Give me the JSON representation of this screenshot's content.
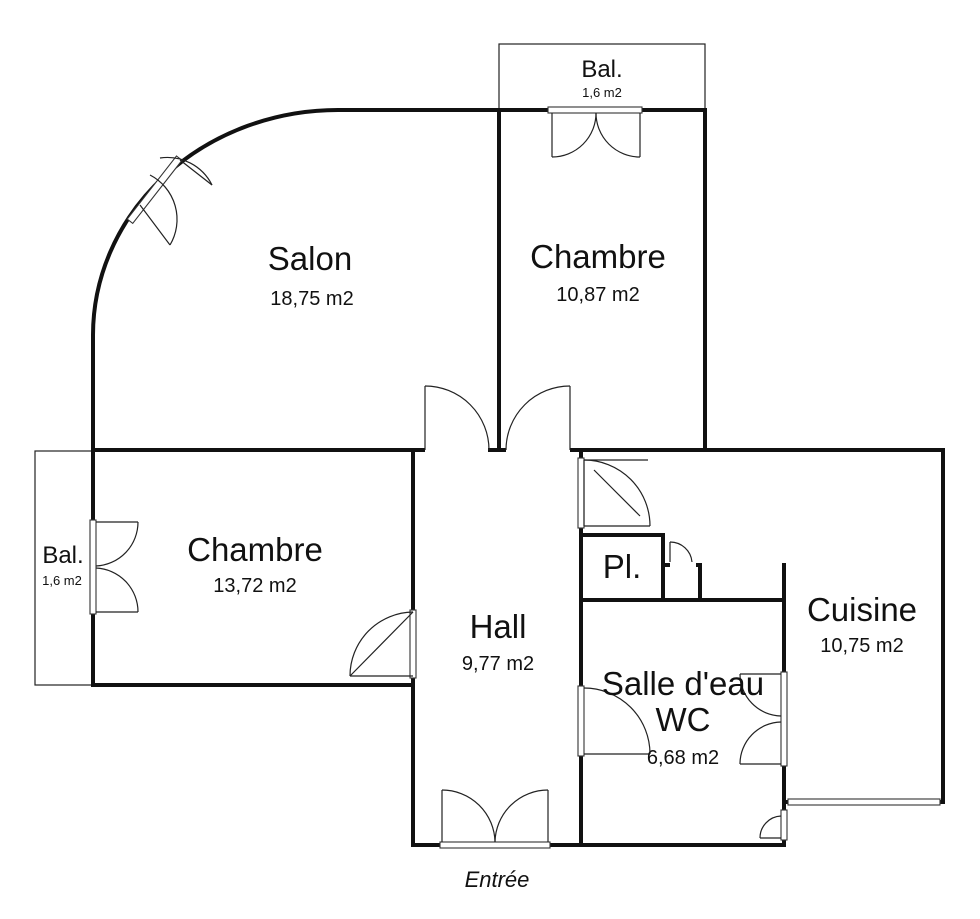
{
  "rooms": {
    "salon": {
      "name": "Salon",
      "area": "18,75 m2"
    },
    "chambre_top": {
      "name": "Chambre",
      "area": "10,87 m2"
    },
    "chambre_left": {
      "name": "Chambre",
      "area": "13,72 m2"
    },
    "hall": {
      "name": "Hall",
      "area": "9,77 m2"
    },
    "cuisine": {
      "name": "Cuisine",
      "area": "10,75 m2"
    },
    "salle_eau": {
      "name_line1": "Salle d'eau",
      "name_line2": "WC",
      "area": "6,68 m2"
    },
    "placard": {
      "name": "Pl."
    }
  },
  "balconies": {
    "top": {
      "name": "Bal.",
      "area": "1,6 m2"
    },
    "left": {
      "name": "Bal.",
      "area": "1,6 m2"
    }
  },
  "entrance": {
    "label": "Entrée"
  }
}
